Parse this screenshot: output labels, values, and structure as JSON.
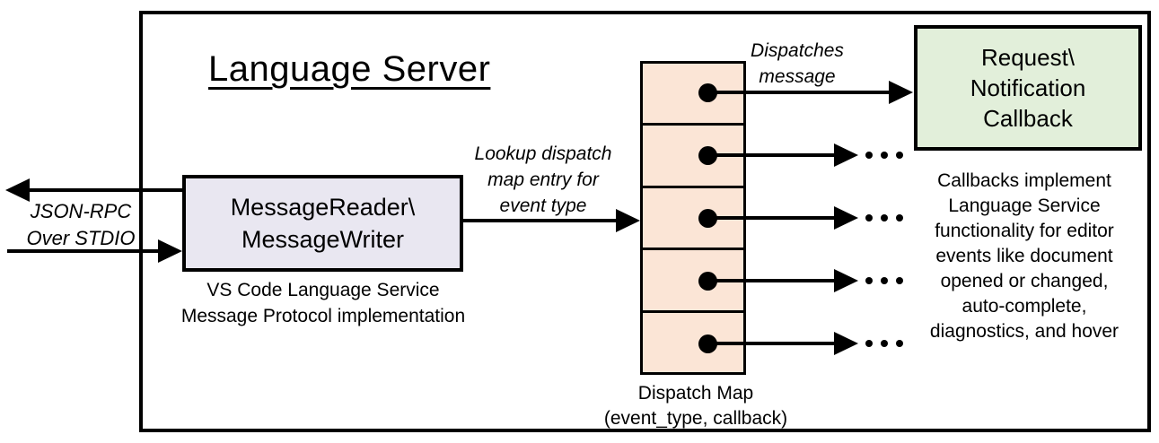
{
  "diagram": {
    "title": "Language Server",
    "io_channel": {
      "label_line1": "JSON-RPC",
      "label_line2": "Over STDIO"
    },
    "reader_box": {
      "line1": "MessageReader\\",
      "line2": "MessageWriter",
      "caption_line1": "VS Code Language Service",
      "caption_line2": "Message Protocol implementation"
    },
    "lookup_label": {
      "line1": "Lookup dispatch",
      "line2": "map entry for",
      "line3": "event type"
    },
    "dispatch_label": {
      "line1": "Dispatches",
      "line2": "message"
    },
    "dispatch_map": {
      "cell_count": 5,
      "caption_line1": "Dispatch Map",
      "caption_line2": "(event_type, callback)"
    },
    "callback_box": {
      "line1": "Request\\",
      "line2": "Notification",
      "line3": "Callback"
    },
    "callbacks_note": [
      "Callbacks implement",
      "Language Service",
      "functionality for editor",
      "events like document",
      "opened or changed,",
      "auto-complete,",
      "diagnostics, and hover"
    ],
    "icons": {
      "ellipsis": "..."
    },
    "colors": {
      "stroke": "#000000",
      "reader_fill": "#E9E7F1",
      "map_fill": "#FBE5D6",
      "callback_fill": "#E2EFDA",
      "background": "#FFFFFF"
    }
  }
}
